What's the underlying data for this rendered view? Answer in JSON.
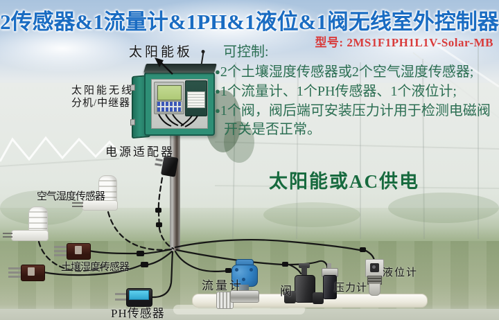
{
  "title": "2传感器&1流量计&1PH&1液位&1阀无线室外控制器",
  "model": {
    "text": "型号: 2MS1F1PH1L1V-Solar-MB"
  },
  "features": {
    "heading": "可控制:",
    "bullet_glyph": "●",
    "bullets": [
      "2个土壤湿度传感器或2个空气湿度传感器;",
      "1个流量计、1个PH传感器、1个液位计;",
      "1个阀，阀后端可安装压力计用于检测电磁阀开关是否正常。"
    ]
  },
  "power_note": "太阳能或AC供电",
  "labels": {
    "solar_panel": "太阳能板",
    "controller_line1": "太阳能无线",
    "controller_line2": "分机/中继器",
    "power_adapter": "电源适配器",
    "air_humidity": "空气湿度传感器",
    "soil_moisture": "土壤湿度传感器",
    "ph": "PH传感器",
    "flow": "流量计",
    "valve": "阀",
    "pressure": "压力计",
    "level": "液位计"
  },
  "colors": {
    "title_blue": "#1a6cc2",
    "model_red": "#d93b3b",
    "feature_green": "#2b6e52",
    "power_note_green": "#176a3e",
    "enclosure_green": "#2e8f76",
    "flow_meter_blue": "#2f7fc1"
  }
}
